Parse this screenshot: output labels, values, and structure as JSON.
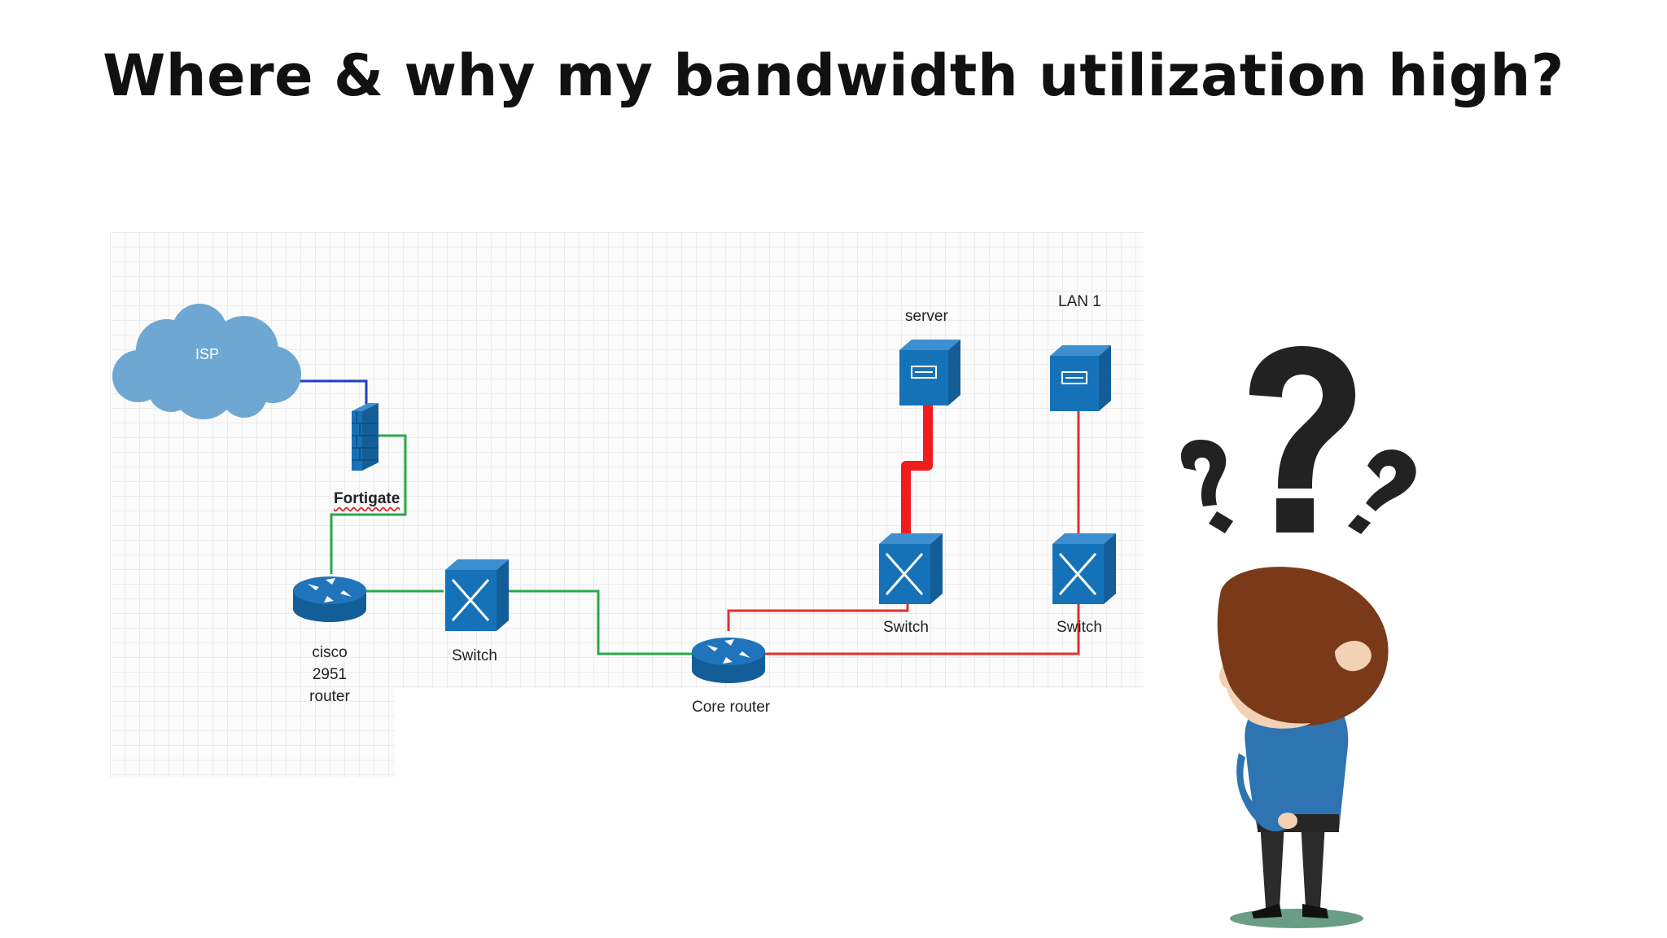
{
  "title": "Where & why my bandwidth utilization high?",
  "nodes": {
    "isp": {
      "label": "ISP",
      "icon": "cloud-icon"
    },
    "fortigate": {
      "label": "Fortigate",
      "icon": "firewall-icon"
    },
    "cisco_router": {
      "label_lines": [
        "cisco",
        "2951",
        "router"
      ],
      "icon": "router-icon"
    },
    "switch_left": {
      "label": "Switch",
      "icon": "switch-icon"
    },
    "core_router": {
      "label": "Core router",
      "icon": "router-icon"
    },
    "switch_server": {
      "label": "Switch",
      "icon": "switch-icon"
    },
    "switch_lan": {
      "label": "Switch",
      "icon": "switch-icon"
    },
    "server": {
      "label": "server",
      "icon": "server-icon"
    },
    "lan1": {
      "label": "LAN 1",
      "icon": "server-icon"
    }
  },
  "links": [
    {
      "from": "isp",
      "to": "fortigate",
      "color": "#1f3fbf"
    },
    {
      "from": "fortigate",
      "to": "cisco_router",
      "color": "#2aa84a"
    },
    {
      "from": "cisco_router",
      "to": "switch_left",
      "color": "#2aa84a"
    },
    {
      "from": "switch_left",
      "to": "core_router",
      "color": "#2aa84a"
    },
    {
      "from": "core_router",
      "to": "switch_server",
      "color": "#e03030"
    },
    {
      "from": "core_router",
      "to": "switch_lan",
      "color": "#e03030"
    },
    {
      "from": "switch_server",
      "to": "server",
      "color": "#ee1c1c",
      "highlight": true
    },
    {
      "from": "switch_lan",
      "to": "lan1",
      "color": "#e03030"
    }
  ],
  "colors": {
    "device_blue": "#1672b8",
    "cloud_blue": "#6ea8d2",
    "uplink_green": "#2aa84a",
    "hot_red": "#ee1c1c"
  },
  "illustration": {
    "icon": "confused-person-icon",
    "question_icon": "question-mark-icon"
  }
}
